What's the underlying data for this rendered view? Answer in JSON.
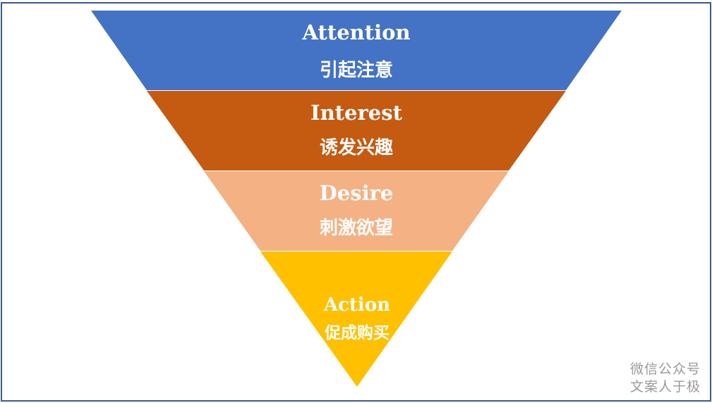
{
  "diagram": {
    "type": "inverted-funnel",
    "stages": [
      {
        "title": "Attention",
        "subtitle": "引起注意",
        "color": "#4472C4"
      },
      {
        "title": "Interest",
        "subtitle": "诱发兴趣",
        "color": "#C55A11"
      },
      {
        "title": "Desire",
        "subtitle": "刺激欲望",
        "color": "#F4B183"
      },
      {
        "title": "Action",
        "subtitle": "促成购买",
        "color": "#FFC000"
      }
    ]
  },
  "watermark": {
    "line1": "微信公众号",
    "line2": "文案人于极"
  }
}
